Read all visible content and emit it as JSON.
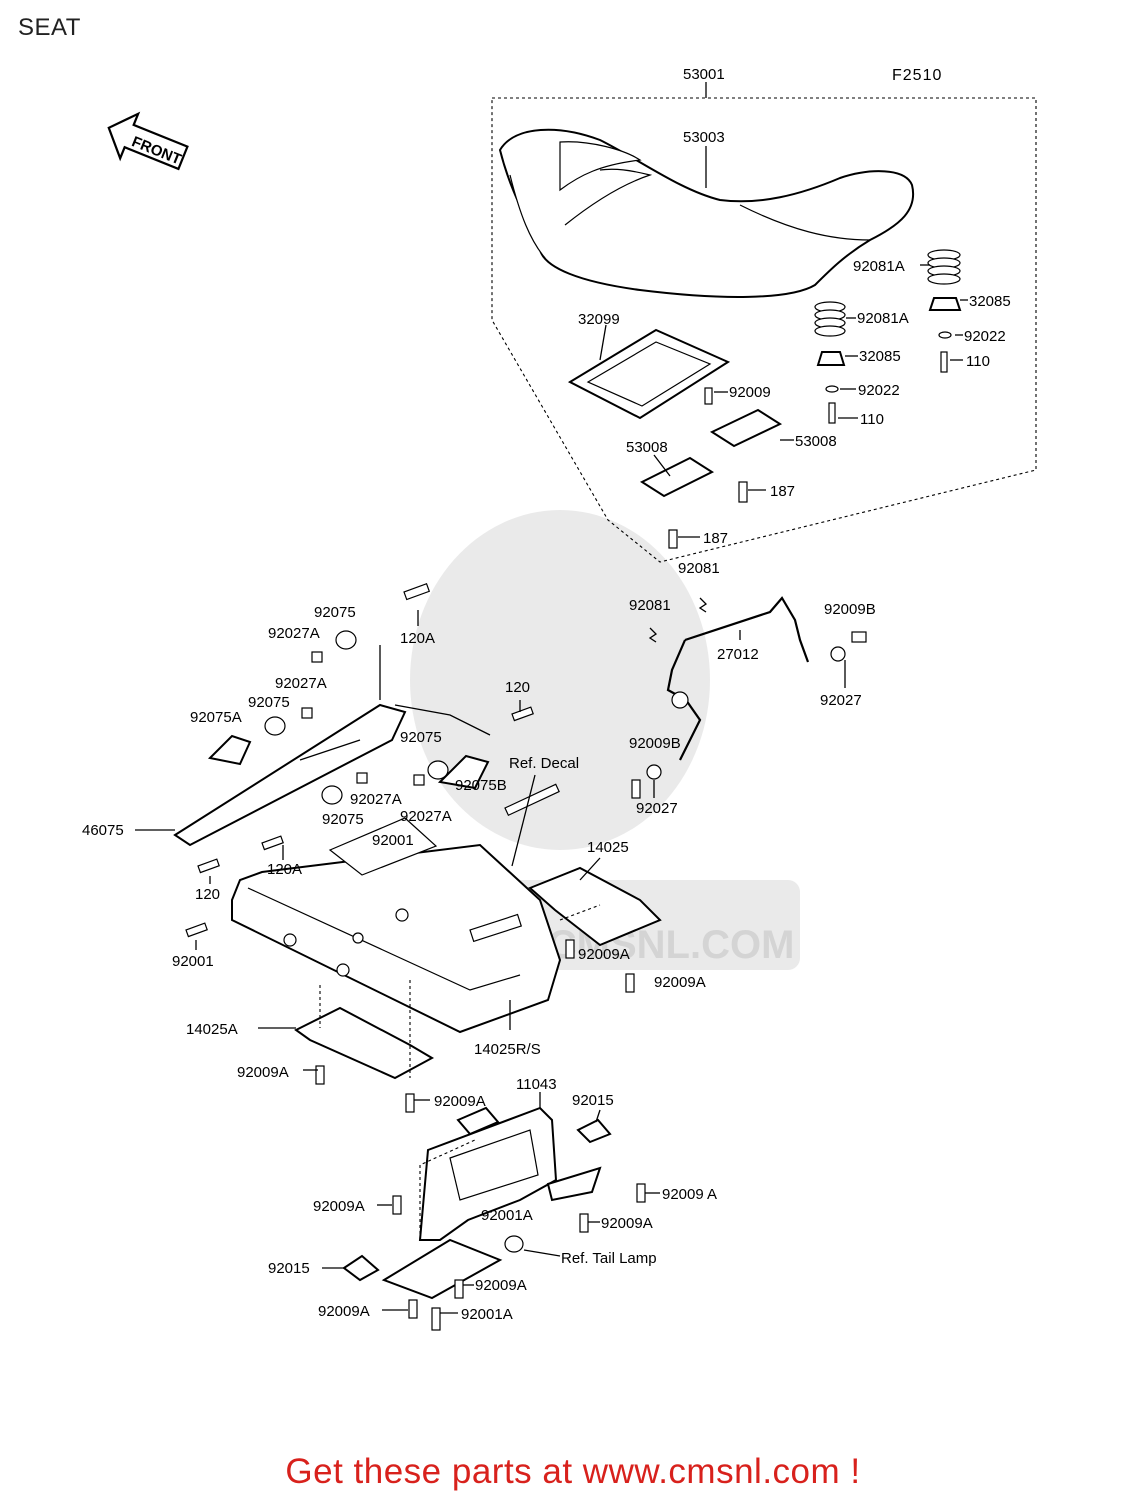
{
  "page": {
    "title": "SEAT",
    "diagram_code": "F2510",
    "cta": "Get these parts at www.cmsnl.com !"
  },
  "front_arrow": "FRONT",
  "watermark": "WWW.CMSNL.COM",
  "labels": {
    "p53001": "53001",
    "p53003": "53003",
    "p92081A_1": "92081A",
    "p92081A_2": "92081A",
    "p32085_1": "32085",
    "p32085_2": "32085",
    "p92022_1": "92022",
    "p92022_2": "92022",
    "p110_1": "110",
    "p110_2": "110",
    "p32099": "32099",
    "p92009": "92009",
    "p53008_1": "53008",
    "p53008_2": "53008",
    "p187_1": "187",
    "p187_2": "187",
    "p92081_1": "92081",
    "p92081_2": "92081",
    "p27012": "27012",
    "p92009B_1": "92009B",
    "p92009B_2": "92009B",
    "p92027_1": "92027",
    "p92027_2": "92027",
    "p92075_1": "92075",
    "p92027A_1": "92027A",
    "p92027A_2": "92027A",
    "p92075_2": "92075",
    "p92075A": "92075A",
    "p120A_1": "120A",
    "p120_1": "120",
    "p92075_3": "92075",
    "p92075B": "92075B",
    "ref_decal": "Ref. Decal",
    "p92027A_3": "92027A",
    "p92075_4": "92075",
    "p92027A_4": "92027A",
    "p92001_1": "92001",
    "p46075": "46075",
    "p120A_2": "120A",
    "p120_2": "120",
    "p14025": "14025",
    "p92001_2": "92001",
    "p92009A_1": "92009A",
    "p92009A_2": "92009A",
    "p14025A": "14025A",
    "p14025RS": "14025R/S",
    "p92009A_3": "92009A",
    "p11043": "11043",
    "p92009A_4": "92009A",
    "p92015_1": "92015",
    "p92009A_5": "92009A",
    "p92009A_6": "92009 A",
    "p92001A_1": "92001A",
    "p92009A_7": "92009A",
    "ref_tail_lamp": "Ref. Tail Lamp",
    "p92015_2": "92015",
    "p92009A_8": "92009A",
    "p92009A_9": "92009A",
    "p92001A_2": "92001A"
  }
}
